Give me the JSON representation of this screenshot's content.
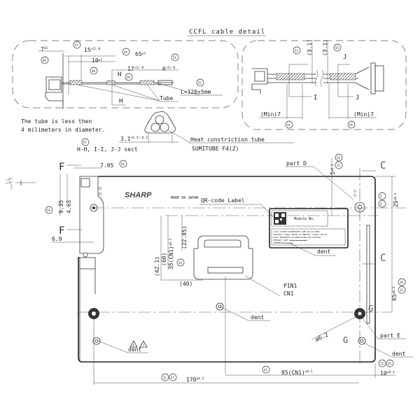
{
  "title": "CCFL cable detail",
  "cable_detail": {
    "dims": {
      "d47": {
        "value": "7",
        "tol": "43"
      },
      "d15": {
        "value": "15",
        "tol": "+2/-0"
      },
      "d65": {
        "value": "65",
        "tol": "±5"
      },
      "d10": {
        "value": "10",
        "tol": "±2"
      },
      "d17": {
        "value": "17",
        "tol": "+2/-0"
      },
      "d6": {
        "value": "6",
        "tol": "+3/-0"
      },
      "length": "L=120±5mm",
      "d31": {
        "value": "3.1",
        "tol": "+0.5/-0.3"
      },
      "d31_paren": "(3.1)",
      "min7": "(Min)7"
    },
    "balloons": [
      "47",
      "49",
      "51",
      "46",
      "48",
      "50",
      "52",
      "57",
      "53",
      "55",
      "54",
      "56"
    ],
    "section_marks": {
      "h": "H",
      "i": "I",
      "j": "J"
    },
    "tube_label": "Tube",
    "note_line1": "The tube is less then",
    "note_line2": "4 milimeters in diameter.",
    "section_label": "H-H, I-I, J-J sect",
    "heat_tube_label": "Heat constriction tube",
    "heat_tube_part": "SUMITUBE   F4(Z)"
  },
  "main_view": {
    "brand": "SHARP",
    "made_in": "MADE IN JAPAN",
    "qr_label": "QR-code Label",
    "module_no": "Module No.",
    "label_lines": [
      "•COLD CATHODE FLUORESCENT LAMP IN LCD PANEL",
      "CONTAINS A SMALL AMOUNT OF MERCURY, PLEASE FOLLOW",
      "LOCAL ORDINANCES OR REGULATIONS FOR DISPOSAL.",
      "•MERCURY LIGHT ▪▪▪▪▪▪▪▪▪▪▪▪▪▪▪▪",
      "•KEMMERCURY▪▪▪▪▪▪▪"
    ],
    "part_d": "part D",
    "part_e": "part E",
    "dent": "dent",
    "pin1": "PIN1",
    "cn1": "CN1",
    "view_f": "F",
    "view_c": "C",
    "view_g": "G",
    "dims": {
      "d795": "7.95",
      "d935": "9.35",
      "d465": "4.65",
      "d69": "6.9",
      "d5": {
        "value": "5",
        "tol": "±0.1"
      },
      "d25": {
        "value": "25",
        "tol": "±0.3"
      },
      "d2285": "(22.85)",
      "d421": "(42.1)",
      "d60": "(60)",
      "d35": {
        "value": "35(CN1)",
        "tol": "±0.5"
      },
      "d40": "(40)",
      "d65": {
        "value": "65",
        "tol": "±0.3"
      },
      "phi": "ø6.2",
      "d10": {
        "value": "10",
        "tol": "±0.3"
      },
      "d85": {
        "value": "85(CN1)",
        "tol": "±0.5"
      },
      "d170": {
        "value": "170",
        "tol": "±0.3"
      }
    },
    "balloons": [
      "58",
      "59",
      "15",
      "24",
      "4",
      "3",
      "14",
      "12",
      "28",
      "13",
      "31",
      "43",
      "22",
      "37"
    ],
    "triangles": [
      "6",
      "7"
    ]
  }
}
